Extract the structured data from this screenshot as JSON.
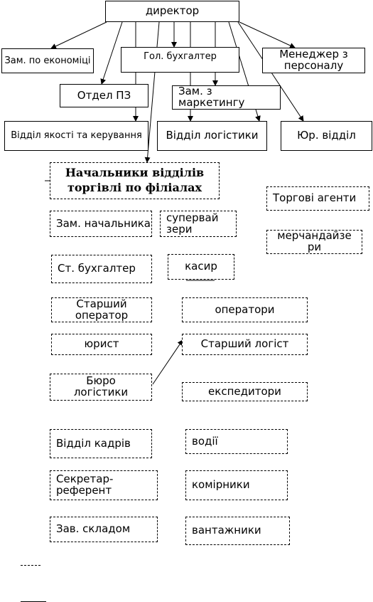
{
  "top": {
    "director": "директор",
    "econ_deputy": "Зам. по економіці",
    "chief_accountant": "Гол. бухгалтер",
    "hr_manager": "Менеджер з персоналу",
    "pz_dept": "Отдел ПЗ",
    "marketing_deputy": "Зам. з маркетингу",
    "quality_dept": "Відділ якості та керування",
    "logistics_dept": "Відділ логістики",
    "legal_dept": "Юр. відділ"
  },
  "branch": {
    "heads": "Начальники відділів торгівлі по філіалах",
    "deputy_head": "Зам. начальника",
    "senior_accountant": "Ст. бухгалтер",
    "senior_operator": "Старший оператор",
    "lawyer": "юрист",
    "logistics_bureau": "Бюро логістики",
    "hr_dept": "Відділ кадрів",
    "secretary": "Секретар-референт",
    "warehouse_head": "Зав. складом",
    "supervisors": "супервайзери",
    "cashier": "касир",
    "operators": "оператори",
    "senior_logist": "Старший логіст",
    "forwarders": "експедитори",
    "drivers": "водії",
    "storekeepers": "комірники",
    "loaders": "вантажники",
    "sales_agents": "Торгові агенти",
    "merchandisers": "мерчандайзери"
  }
}
